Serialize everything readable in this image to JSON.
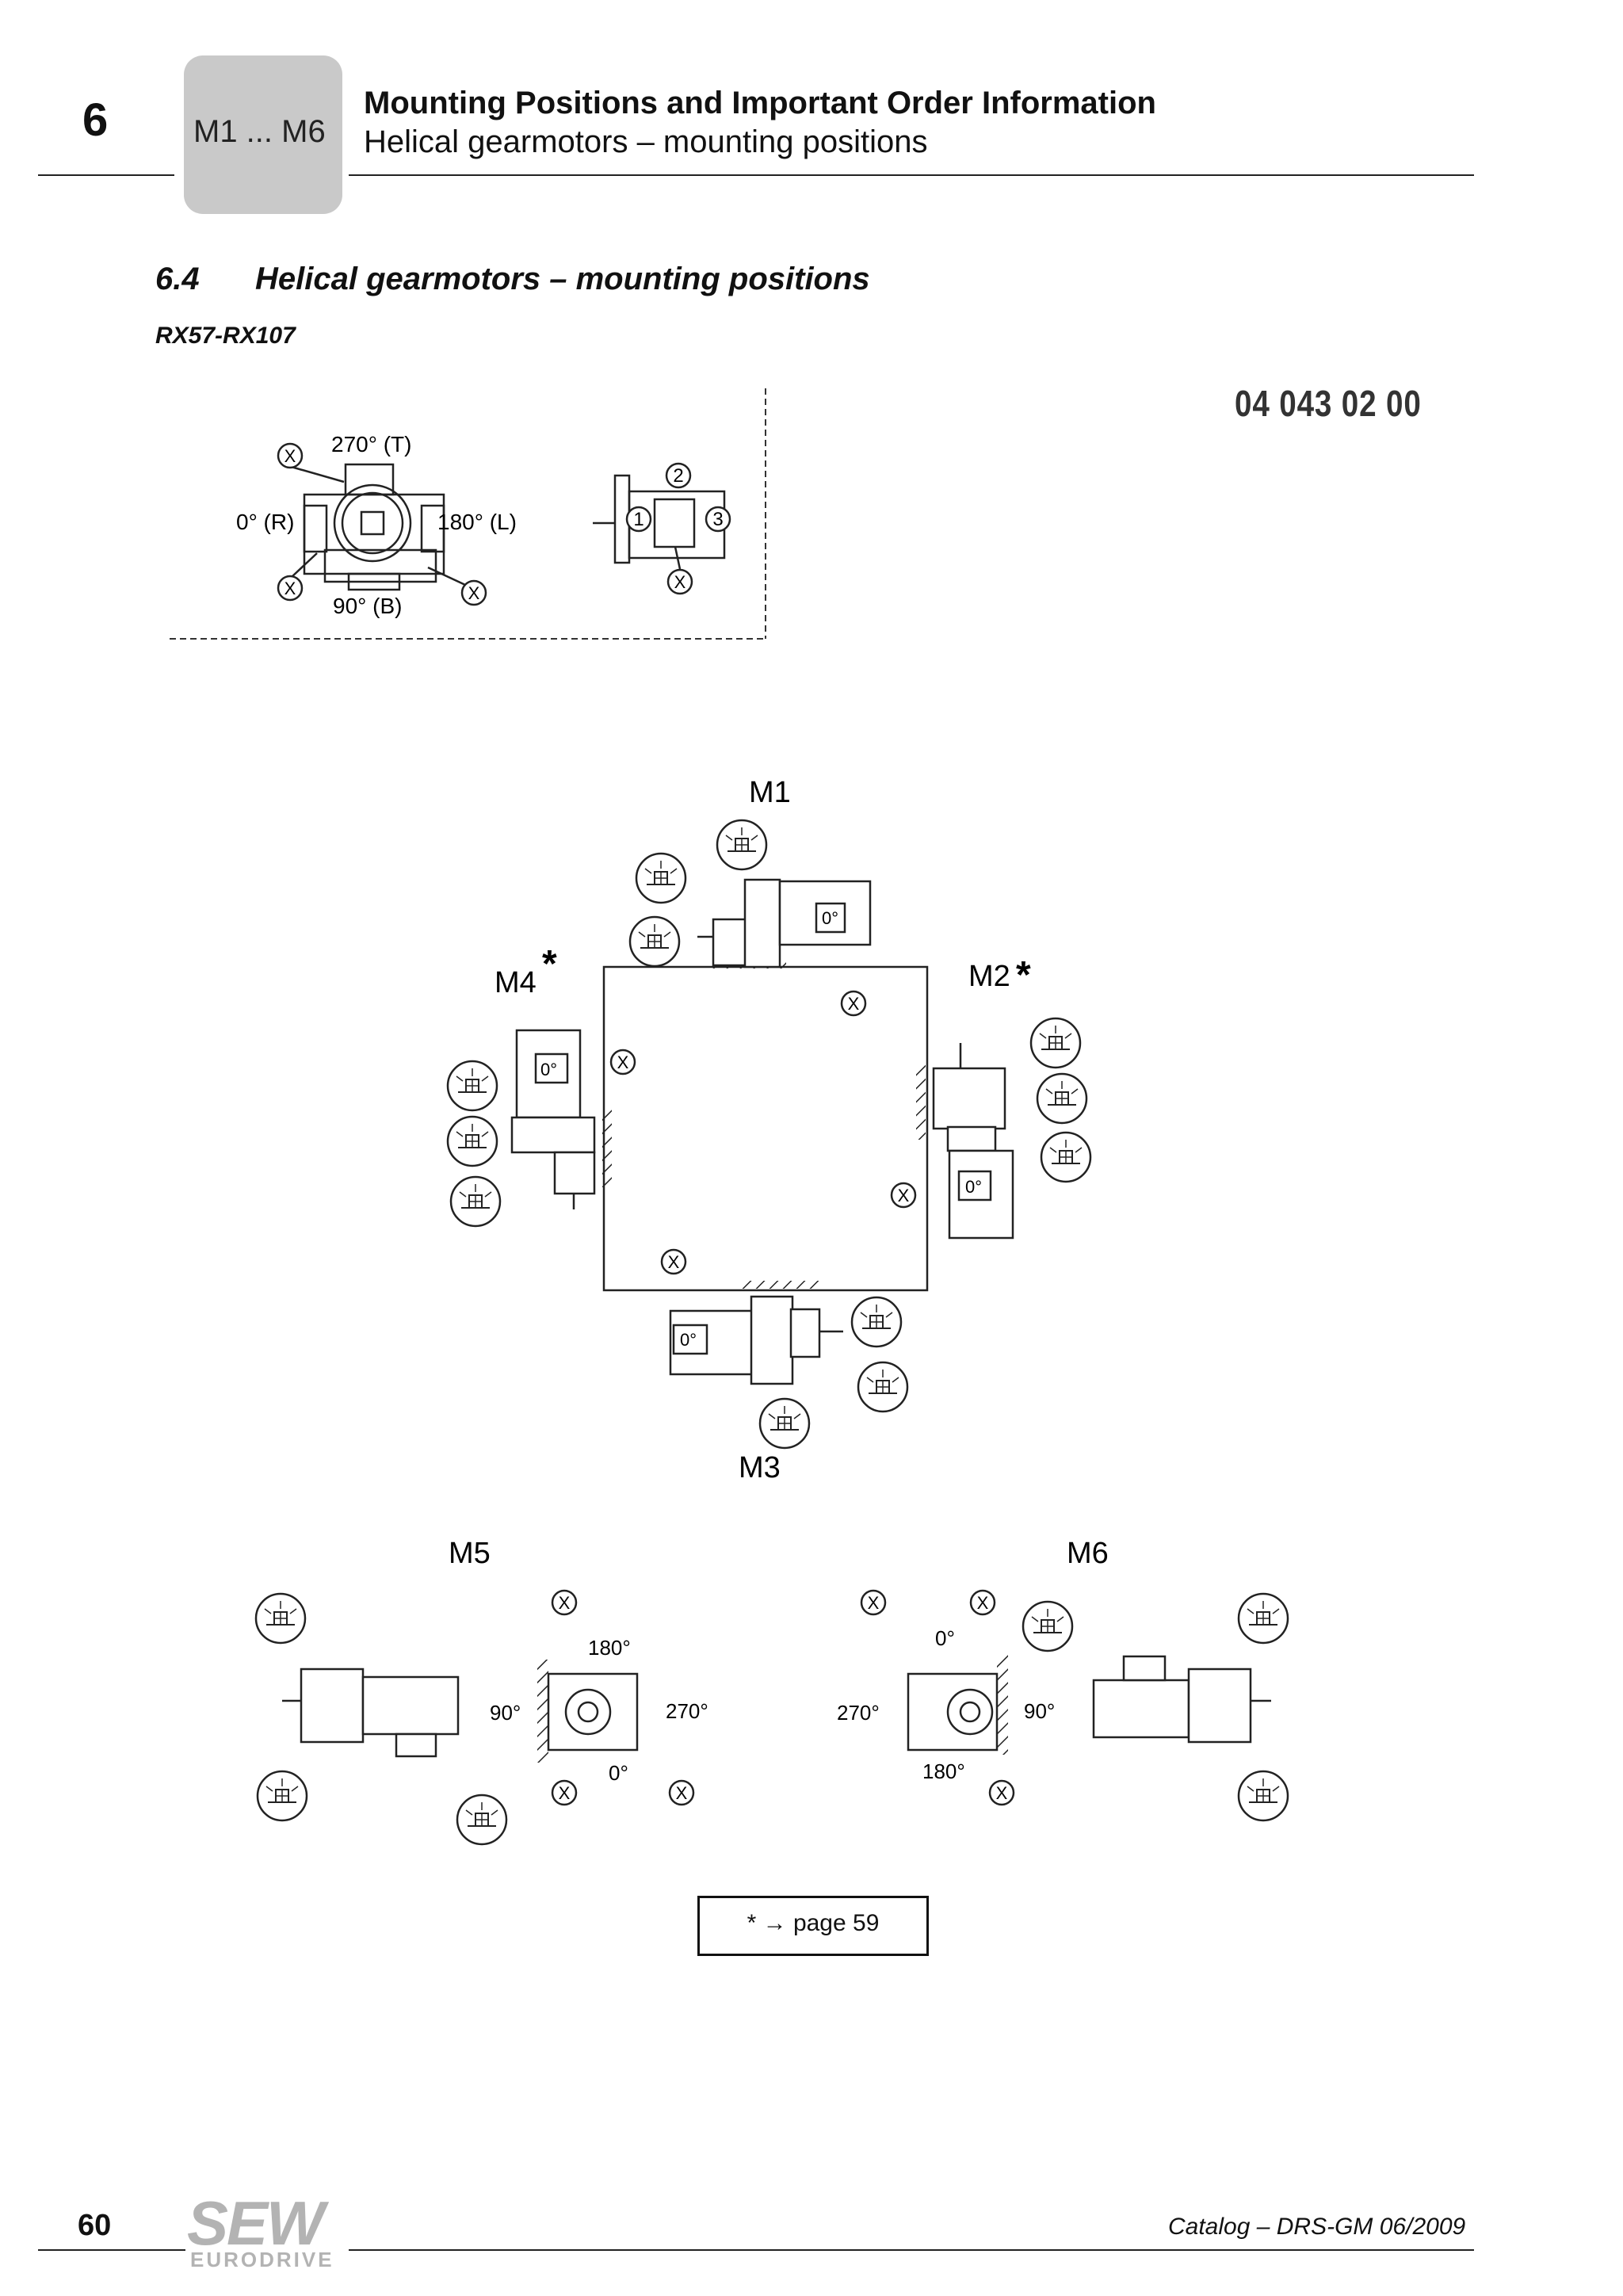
{
  "header": {
    "chapter": "6",
    "tab_label": "M1 ... M6",
    "title": "Mounting Positions and Important Order Information",
    "subtitle": "Helical gearmotors – mounting positions"
  },
  "section": {
    "number": "6.4",
    "title": "Helical gearmotors – mounting positions",
    "model": "RX57-RX107"
  },
  "doc_code": "04 043 02 00",
  "legend": {
    "mark_x": "X",
    "terminal_top": "270° (T)",
    "terminal_left": "0° (R)",
    "terminal_right": "180° (L)",
    "terminal_bottom": "90° (B)",
    "cable_1": "1",
    "cable_2": "2",
    "cable_3": "3"
  },
  "positions": {
    "m1": "M1",
    "m2": "M2",
    "m3": "M3",
    "m4": "M4",
    "m5": "M5",
    "m6": "M6",
    "asterisk": "*",
    "motor_angle": "0°"
  },
  "m5_angles": {
    "top": "180°",
    "left": "90°",
    "right": "270°",
    "bottom": "0°"
  },
  "m6_angles": {
    "top": "0°",
    "left": "270°",
    "right": "90°",
    "bottom": "180°"
  },
  "reference": "* → page 59",
  "footer": {
    "page": "60",
    "catalog": "Catalog – DRS-GM 06/2009",
    "logo_top": "SEW",
    "logo_bottom": "EURODRIVE"
  }
}
